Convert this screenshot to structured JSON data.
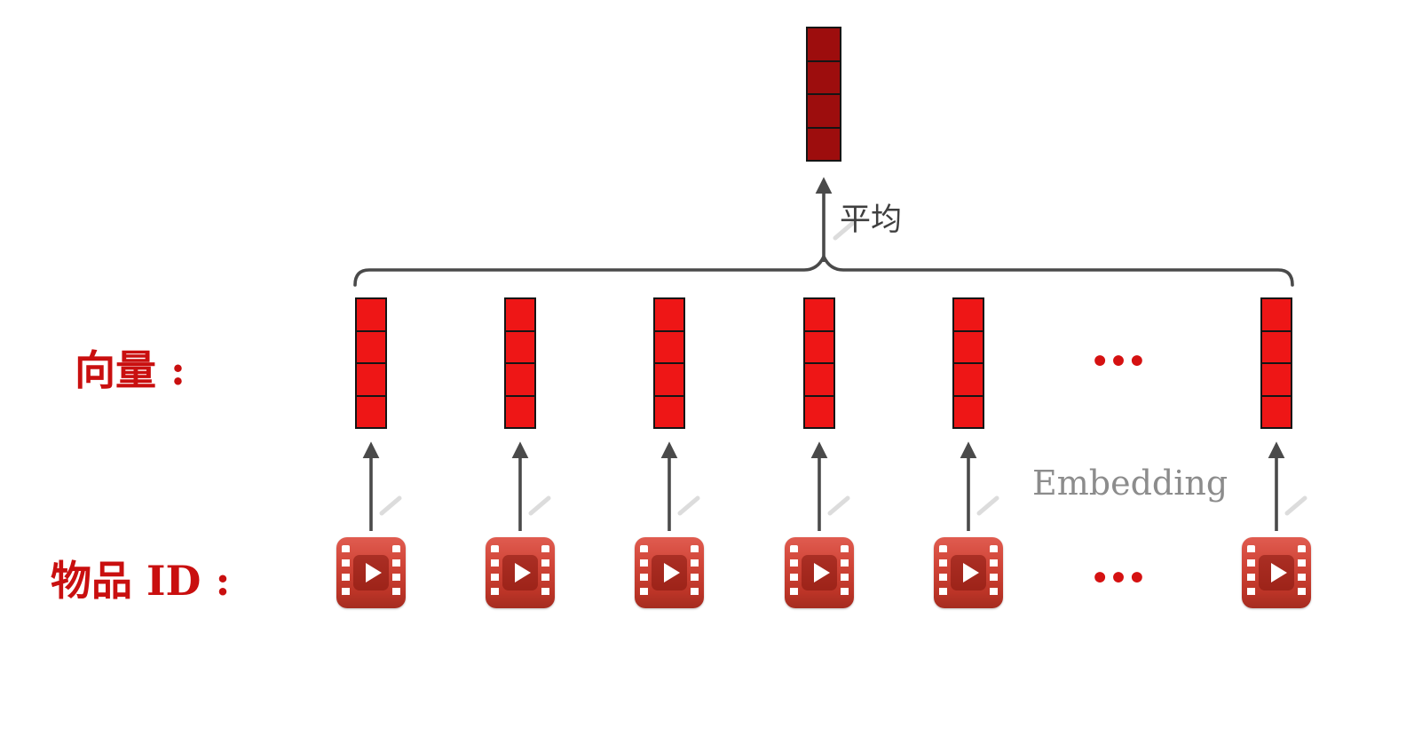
{
  "labels": {
    "average": "平均",
    "vector_row": "向量 :",
    "item_row": "物品 ID :",
    "embedding": "Embedding",
    "ellipsis_vectors": "…",
    "ellipsis_items": "…"
  },
  "diagram": {
    "top_vector": {
      "cells": 4,
      "fill": "#9d0d0d"
    },
    "item_vectors": {
      "count_visible": 6,
      "cells": 4,
      "fill": "#ee1616"
    },
    "item_icons": {
      "count_visible": 6,
      "type": "video-clip-icon"
    },
    "colors": {
      "vector_red": "#ee1616",
      "top_vector_dark_red": "#9d0d0d",
      "cell_border": "#151515",
      "arrow_gray": "#4a4a4a",
      "label_red": "#c90f0f",
      "embedding_text_gray": "#8c8c8c",
      "icon_red": "#d04437"
    }
  }
}
